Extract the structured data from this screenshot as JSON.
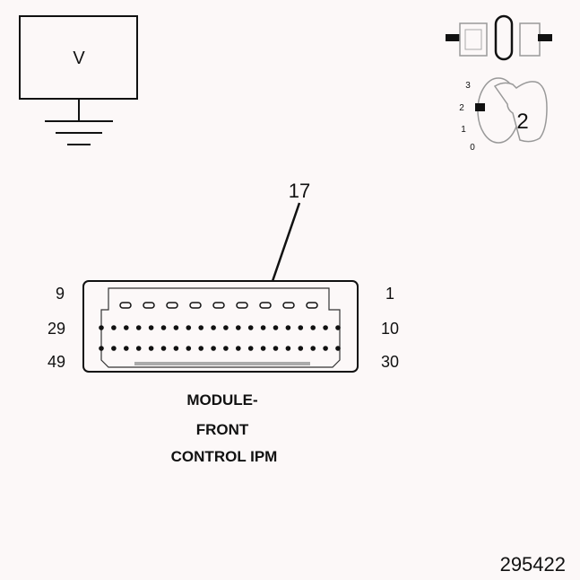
{
  "voltmeter": {
    "symbol": "V"
  },
  "ignition": {
    "positions": [
      "3",
      "2",
      "1",
      "0"
    ],
    "key_position": "2"
  },
  "connector": {
    "callout_pin": "17",
    "row_labels_left": [
      "9",
      "29",
      "49"
    ],
    "row_labels_right": [
      "1",
      "10",
      "30"
    ],
    "rows": [
      {
        "pin_start": 1,
        "pin_end": 9,
        "pin_count": 9
      },
      {
        "pin_start": 10,
        "pin_end": 29,
        "pin_count": 20
      },
      {
        "pin_start": 30,
        "pin_end": 49,
        "pin_count": 20
      }
    ]
  },
  "module_label": [
    "MODULE-",
    "FRONT",
    "CONTROL IPM"
  ],
  "figure_number": "295422"
}
